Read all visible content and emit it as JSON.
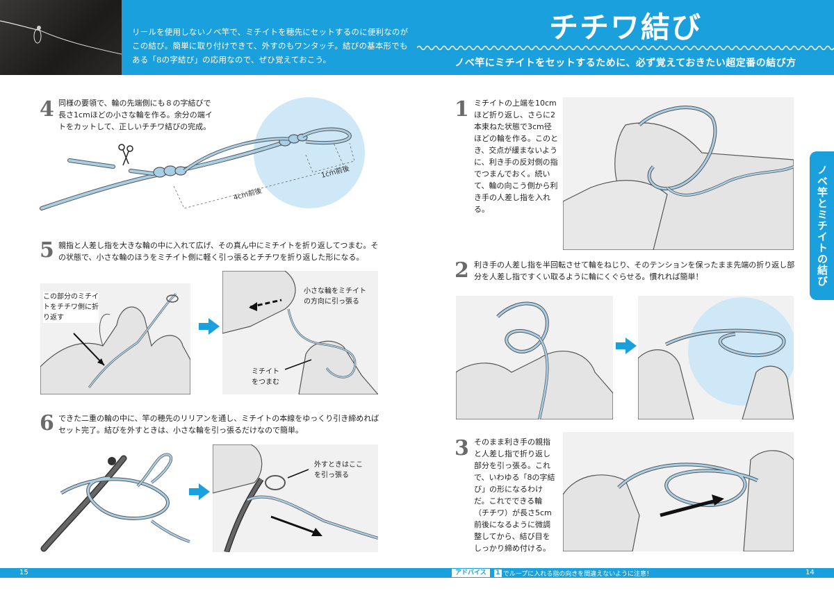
{
  "header": {
    "intro": "リールを使用しないノベ竿で、ミチイトを穂先にセットするのに便利なのがこの結び。簡単に取り付けできて、外すのもワンタッチ。結びの基本形でもある「8の字結び」の応用なので、ぜひ覚えておこう。",
    "title": "チチワ結び",
    "subtitle": "ノベ竿にミチイトをセットするために、必ず覚えておきたい超定番の結び方"
  },
  "side_tab": "ノベ竿とミチイトの結び",
  "steps": {
    "s4": {
      "num": "4",
      "text": "同様の要領で、輪の先端側にも８の字結びで長さ1cmほどの小さな輪を作る。余分の端イトをカットして、正しいチチワ結びの完成。",
      "dim_small": "1cm前後",
      "dim_large": "4cm前後"
    },
    "s5": {
      "num": "5",
      "text": "親指と人差し指を大きな輪の中に入れて広げ、その真ん中にミチイトを折り返してつまむ。その状態で、小さな輪のほうをミチイト側に軽く引っ張るとチチワを折り返した形になる。",
      "label_fold": "この部分のミチイトをチチワ側に折り返す",
      "label_pull": "小さな輪をミチイトの方向に引っ張る",
      "label_pinch": "ミチイトをつまむ"
    },
    "s6": {
      "num": "6",
      "text": "できた二重の輪の中に、竿の穂先のリリアンを通し、ミチイトの本線をゆっくり引き締めればセット完了。結びを外すときは、小さな輪を引っ張るだけなので簡単。",
      "label_remove": "外すときはここを引っ張る"
    },
    "s1": {
      "num": "1",
      "text": "ミチイトの上端を10cmほど折り返し、さらに2本束ねた状態で3cm径ほどの輪を作る。このとき、交点が緩まないように、利き手の反対側の指でつまんでおく。続いて、輪の向こう側から利き手の人差し指を入れる。"
    },
    "s2": {
      "num": "2",
      "text": "利き手の人差し指を半回転させて輪をねじり、そのテンションを保ったまま先端の折り返し部分を人差し指ですくい取るように輪にくぐらせる。慣れれば簡単！"
    },
    "s3": {
      "num": "3",
      "text": "そのまま利き手の親指と人差し指で折り返し部分を引っ張る。これで、いわゆる「8の字結び」の形になるわけだ。これでできる輪（チチワ）が長さ5cm前後になるように微調整してから、結び目をしっかり締め付ける。"
    }
  },
  "footer": {
    "page_left": "15",
    "page_right": "14",
    "advice_label": "アドバイス",
    "advice_num": "1",
    "advice_text": "でループに入れる指の向きを間違えないように注意！"
  },
  "colors": {
    "accent": "#1aa0dc",
    "line_blue": "#a8cfe6",
    "circle_blue": "#cfe8f7"
  }
}
